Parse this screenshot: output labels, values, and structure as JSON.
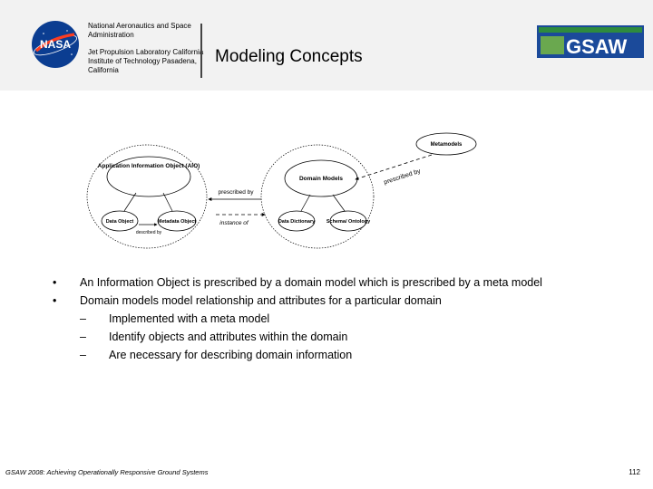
{
  "header": {
    "org_line1": "National Aeronautics and Space Administration",
    "org_line2": "Jet Propulsion Laboratory California Institute of Technology Pasadena, California",
    "title": "Modeling Concepts",
    "logo_text": "NASA",
    "gsaw_logo_text": "GSAW"
  },
  "diagram": {
    "node_aio": "Application Information Object (AIO)",
    "node_data_object": "Data Object",
    "node_metadata_object": "Metadata Object",
    "label_described_by": "described by",
    "label_prescribed_by": "prescribed by",
    "label_instance_of": "instance of",
    "node_domain_models": "Domain Models",
    "node_data_dictionary": "Data Dictionary",
    "node_schema_ontology": "Schema/ Ontology",
    "node_metamodels": "Metamodels",
    "label_prescribed_by_2": "prescribed by"
  },
  "bullets": [
    "An Information Object is prescribed by a domain model which is prescribed by a meta model",
    "Domain models model relationship and attributes for a particular domain"
  ],
  "sub_bullets": [
    "Implemented with a meta model",
    "Identify objects and attributes within the domain",
    "Are necessary for describing domain information"
  ],
  "bullet_symbol": "•",
  "dash_symbol": "–",
  "footer": {
    "text": "GSAW 2008: Achieving Operationally Responsive Ground Systems",
    "page": "112"
  },
  "colors": {
    "header_bg": "#f2f2f2",
    "nasa_blue": "#0b3d91",
    "nasa_red": "#fc3d21"
  }
}
